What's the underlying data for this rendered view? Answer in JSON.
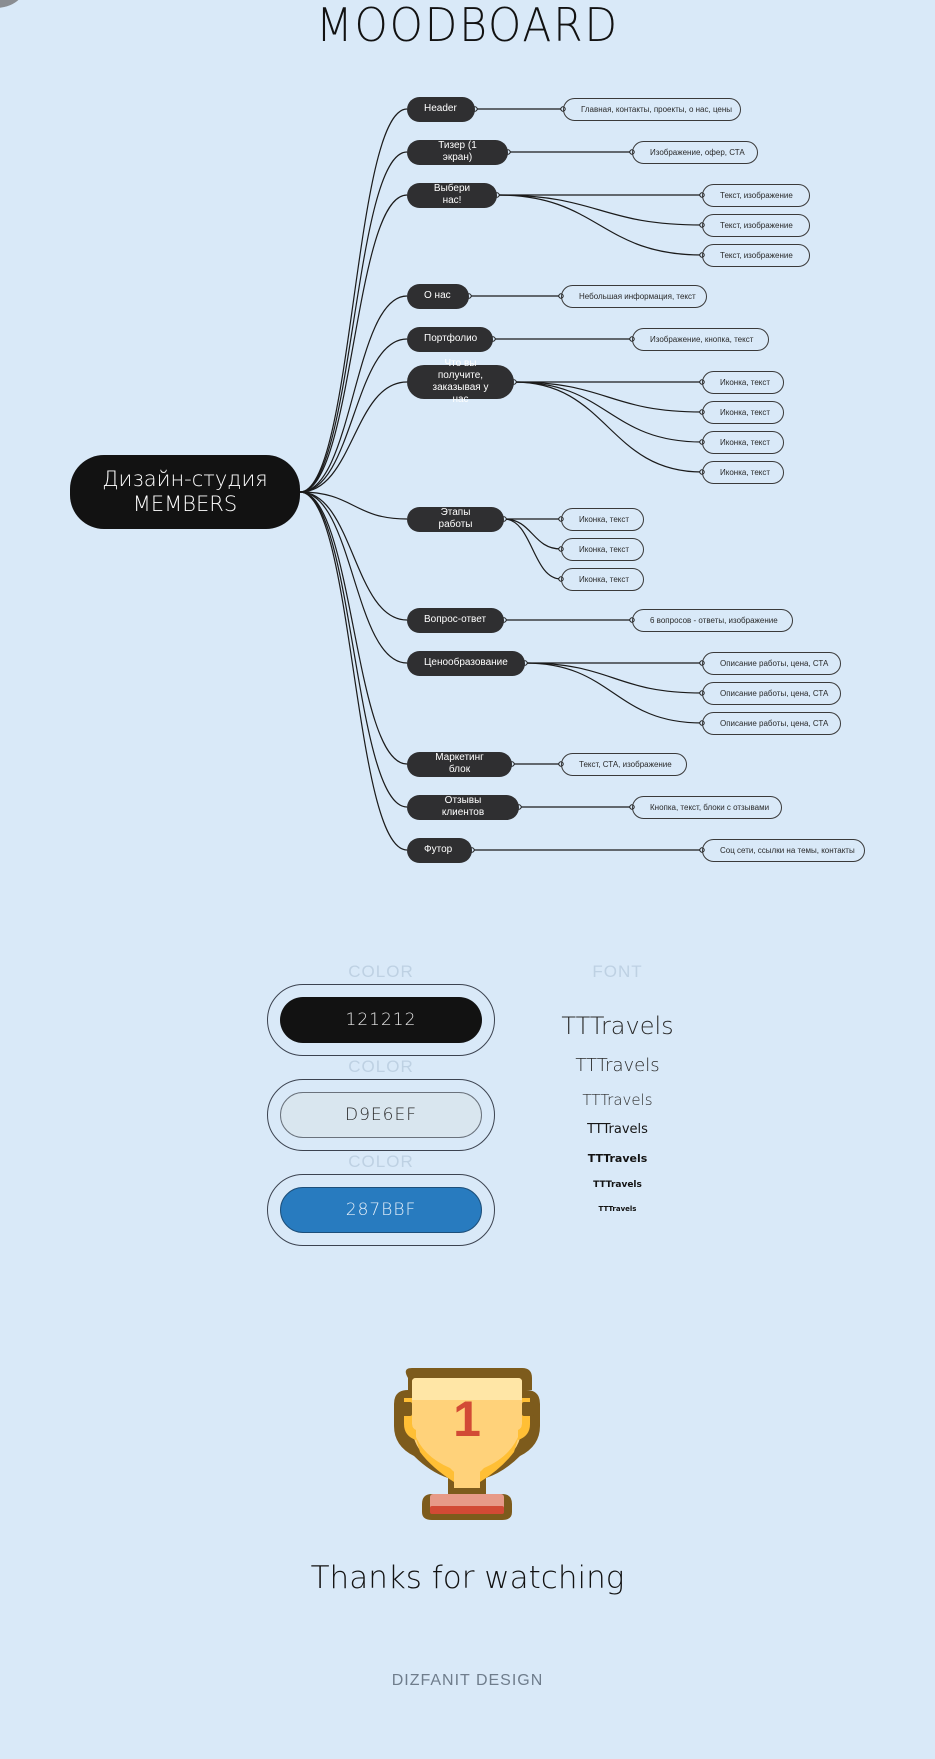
{
  "title": "MOODBOARD",
  "colors": {
    "background": "#D9E9F8",
    "dark": "#121212",
    "node": "#2F2F31",
    "accent": "#287BBF"
  },
  "mindmap": {
    "root": "Дизайн-студия\nMEMBERS",
    "branches": [
      {
        "label": "Header",
        "leaves": [
          "Главная, контакты, проекты, о нас, цены"
        ]
      },
      {
        "label": "Тизер (1 экран)",
        "leaves": [
          "Изображение, офер, СТА"
        ]
      },
      {
        "label": "Выбери нас!",
        "leaves": [
          "Текст, изображение",
          "Текст, изображение",
          "Текст, изображение"
        ]
      },
      {
        "label": "О нас",
        "leaves": [
          "Небольшая информация, текст"
        ]
      },
      {
        "label": "Портфолио",
        "leaves": [
          "Изображение, кнопка, текст"
        ]
      },
      {
        "label": "Что вы получите,\nзаказывая у нас",
        "leaves": [
          "Иконка, текст",
          "Иконка, текст",
          "Иконка, текст",
          "Иконка, текст"
        ]
      },
      {
        "label": "Этапы работы",
        "leaves": [
          "Иконка, текст",
          "Иконка, текст",
          "Иконка, текст"
        ]
      },
      {
        "label": "Вопрос-ответ",
        "leaves": [
          "6 вопросов - ответы, изображение"
        ]
      },
      {
        "label": "Ценообразование",
        "leaves": [
          "Описание работы, цена, СТА",
          "Описание работы, цена, СТА",
          "Описание работы, цена, СТА"
        ]
      },
      {
        "label": "Маркетинг блок",
        "leaves": [
          "Текст, СТА, изображение"
        ]
      },
      {
        "label": "Отзывы клиентов",
        "leaves": [
          "Кнопка, текст, блоки с отзывами"
        ]
      },
      {
        "label": "Футор",
        "leaves": [
          "Соц сети, ссылки на темы, контакты"
        ]
      }
    ]
  },
  "palette": {
    "swatches": [
      {
        "label": "COLOR",
        "hex": "121212"
      },
      {
        "label": "COLOR",
        "hex": "D9E6EF"
      },
      {
        "label": "COLOR",
        "hex": "287BBF"
      }
    ]
  },
  "font": {
    "label": "FONT",
    "samples": [
      "TTTravels",
      "TTTravels",
      "TTTravels",
      "TTTravels",
      "TTTravels",
      "TTTravels",
      "TTTravels"
    ]
  },
  "trophy": {
    "icon": "trophy-icon",
    "number": "1"
  },
  "thanks": "Thanks for watching",
  "brand": "DIZFANIT DESIGN"
}
